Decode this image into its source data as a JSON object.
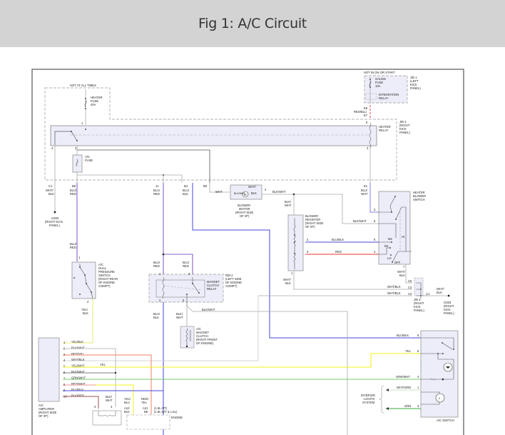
{
  "header": {
    "title": "Fig 1: A/C Circuit"
  },
  "diagram": {
    "colors": {
      "frame": "#555555",
      "box_fill": "#ecedf8",
      "box_stroke": "#888888",
      "dash": "#999999",
      "wire_gray": "#a8a8a8",
      "wire_dark": "#555555",
      "blu_red": "#8a62c8",
      "blu": "#4444dd",
      "blu_blk": "#4444dd",
      "red": "#e83030",
      "red_yel": "#f08060",
      "yel": "#f2f21a",
      "yel_blk": "#e8e870",
      "grn_wht": "#7ac86a",
      "wht_grn": "#c8e0c0",
      "grn": "#3aa83a",
      "red_wht": "#f09090",
      "blk_red": "#a05050"
    },
    "labels": {
      "hot_at_all_times": "HOT AT ALL TIMES",
      "heater_fuse": [
        "HEATER",
        "FUSE",
        "40A"
      ],
      "hot_in_on": "HOT IN ON OR START",
      "gauge_fuse": [
        "GAUGE",
        "FUSE",
        "10A"
      ],
      "integration_relay": [
        "INTEGRATION",
        "RELAY"
      ],
      "jb1": [
        "J/B 1",
        "(LEFT",
        "KICK",
        "PANEL)"
      ],
      "jb4": [
        "J/B 4",
        "(RIGHT",
        "KICK",
        "PANEL)"
      ],
      "heater_relay": [
        "HEATER",
        "RELAY"
      ],
      "ac_fuse": [
        "A/C",
        "FUSE"
      ],
      "red_blu": "RED/BLU",
      "e8": "E8",
      "e7": "E7",
      "pin1": "1",
      "pin2": "2",
      "pin3": "3",
      "pin4": "4",
      "pin5": "5",
      "pin6": "6",
      "pin7": "7",
      "c1": "C1",
      "c2": "C2",
      "c3": "C3",
      "c6": "C6",
      "b8": "B8",
      "j1": "J1",
      "b4": "B4",
      "b5": "B5",
      "e1": "E1",
      "wht_blk": [
        "WHT/",
        "BLK"
      ],
      "blu_red": [
        "BLU/",
        "RED"
      ],
      "blu_blk": [
        "BLU/",
        "BLK"
      ],
      "blu_wht": [
        "BLU/",
        "WHT"
      ],
      "blk_wht": [
        "BLK/",
        "WHT"
      ],
      "g303": [
        "G303",
        "(RIGHT KICK",
        "PANEL)"
      ],
      "g303b": [
        "G303",
        "(RIGHT",
        "KICK",
        "PANEL)"
      ],
      "wht": "WHT",
      "blk_wht_inline": "BLK/WHT",
      "blower_motor": [
        "BLOWER",
        "MOTOR",
        "(RIGHT SIDE",
        "OF I/P)"
      ],
      "blower_resistor": [
        "BLOWER",
        "RESISTOR",
        "(RIGHT SIDE",
        "OF I/P)"
      ],
      "heater_blower_switch": [
        "HEATER",
        "BLOWER",
        "SWITCH"
      ],
      "blu_blk_inline": "BLU/BLK",
      "red_inline": "RED",
      "m2": "M2",
      "m1": "M1",
      "lo": "LO",
      "off": "OFF",
      "hi": "HI",
      "dual_pressure_switch": [
        "A/C",
        "DUAL",
        "PRESSURE",
        "SWITCH",
        "(RIGHT REAR",
        "OF ENGINE",
        "COMPT)"
      ],
      "yel_blk": [
        "YEL/",
        "BLK"
      ],
      "rb2": [
        "R/B 2",
        "(LEFT SIDE",
        "OF ENGINE",
        "COMPT)"
      ],
      "magnet_clutch_relay": [
        "MAGNET",
        "CLUTCH",
        "RELAY"
      ],
      "magnet_clutch": [
        "A/C",
        "MAGNET",
        "CLUTCH",
        "(RIGHT FRONT",
        "OF ENGINE)"
      ],
      "wht_blk_inline": "WHT/BLK",
      "ac_amplifier": [
        "A/C",
        "AMPLIFIER",
        "(RIGHT SIDE",
        "OF I/P)"
      ],
      "amp_pins": [
        {
          "n": "1",
          "w": "YEL/BLK"
        },
        {
          "n": "2",
          "w": "BLK/WHT"
        },
        {
          "n": "3",
          "w": "RED/YEL"
        },
        {
          "n": "4",
          "w": "WHT/BLK"
        },
        {
          "n": "5",
          "w": "YEL/WHT"
        },
        {
          "n": "6",
          "w": "BLK/WHT"
        },
        {
          "n": "7",
          "w": "GRN/WHT"
        },
        {
          "n": "8",
          "w": "RED/WHT"
        },
        {
          "n": "9",
          "w": "BLU/BLK"
        },
        {
          "n": "10",
          "w": "BLK/RED"
        }
      ],
      "yel": "YEL",
      "yel_blu": [
        "YEL/",
        "BLU"
      ],
      "red_yel": [
        "RED/",
        "YEL"
      ],
      "a10": "A10",
      "b10": "B10",
      "a21": "A21",
      "b6": "B6",
      "at_note": "(1.8L A/T)",
      "mt_note": "(1.8L M/T & 1.6L)",
      "engine_control": "ENGINE",
      "ac_switch": "A/C SWITCH",
      "interior_lights": [
        "INTERIOR",
        "LIGHTS",
        "SYSTEM"
      ],
      "grn_wht": "GRN/WHT",
      "wht_grn": "WHT/GRN",
      "grn": "GRN",
      "sw_pins": [
        "6",
        "5",
        "4",
        "1",
        "3"
      ]
    }
  }
}
